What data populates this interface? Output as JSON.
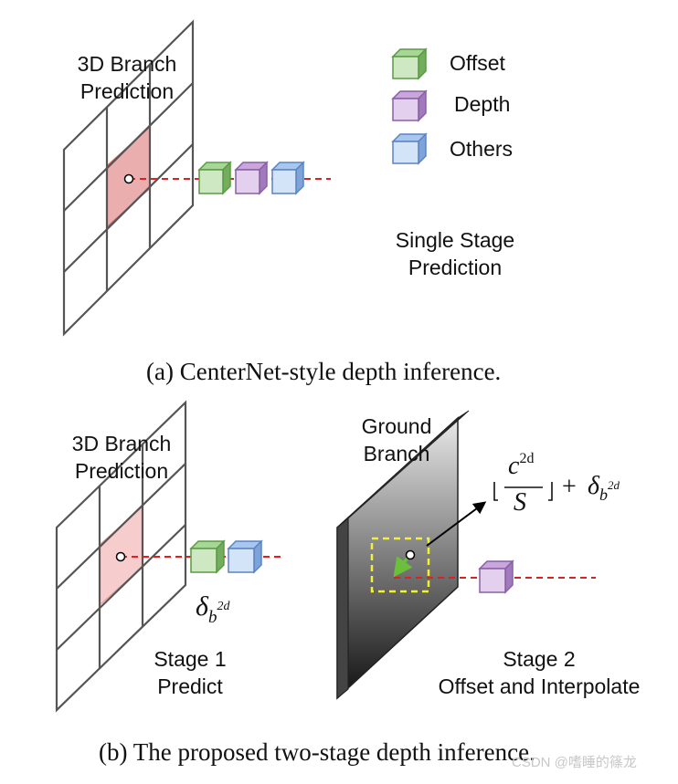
{
  "panel_a": {
    "title_line1": "3D Branch",
    "title_line2": "Prediction",
    "legend": [
      {
        "label": "Offset",
        "color": "#8fc77a"
      },
      {
        "label": "Depth",
        "color": "#b88fcc"
      },
      {
        "label": "Others",
        "color": "#8fb3e6"
      }
    ],
    "stage_line1": "Single Stage",
    "stage_line2": "Prediction",
    "caption": "(a) CenterNet-style depth inference."
  },
  "panel_b": {
    "title_line1": "3D Branch",
    "title_line2": "Prediction",
    "ground_line1": "Ground",
    "ground_line2": "Branch",
    "stage1_line1": "Stage 1",
    "stage1_line2": "Predict",
    "stage2_line1": "Stage 2",
    "stage2_line2": "Offset and Interpolate",
    "delta_sym": "δ",
    "delta_sub": "b",
    "delta_sup": "2d",
    "frac_num_base": "c",
    "frac_num_sup": "2d",
    "frac_den": "S",
    "plus": "+",
    "caption": "(b) The proposed two-stage depth inference."
  },
  "colors": {
    "grid_line": "#555555",
    "red_cell": "#e8a0a0",
    "red_cell_light": "#f5c6c6",
    "dashed": "#e02020",
    "yellow_box": "#f2f230",
    "green_arrow": "#6bbf3a",
    "offset_cube": "#8fc77a",
    "depth_cube": "#b88fcc",
    "others_cube": "#8fb3e6"
  },
  "watermark": "CSDN @嗜睡的篠龙"
}
